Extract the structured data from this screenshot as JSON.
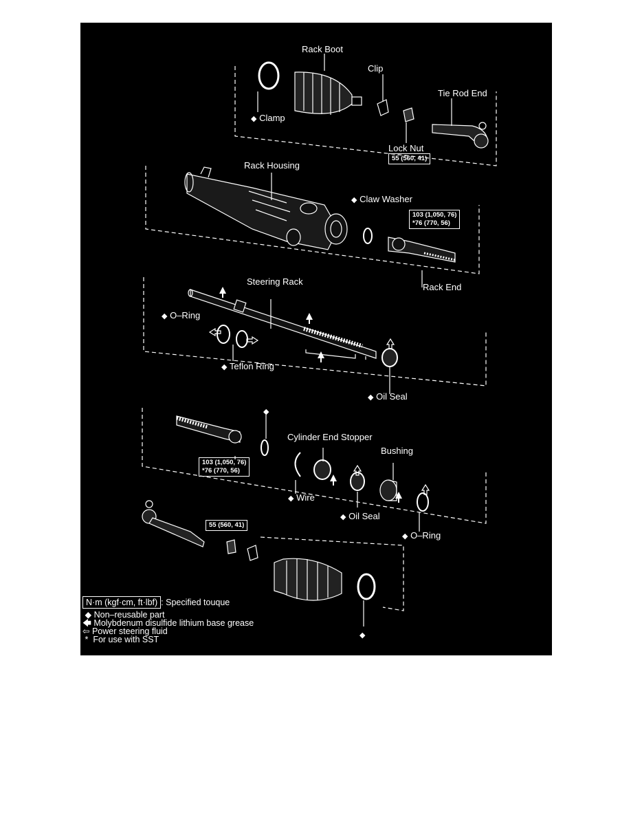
{
  "labels": {
    "rack_boot": "Rack Boot",
    "clamp": "Clamp",
    "clip": "Clip",
    "tie_rod_end": "Tie Rod End",
    "lock_nut": "Lock Nut",
    "rack_housing": "Rack Housing",
    "claw_washer": "Claw Washer",
    "rack_end": "Rack End",
    "steering_rack": "Steering Rack",
    "o_ring": "O–Ring",
    "teflon_ring": "Teflon Ring",
    "oil_seal": "Oil Seal",
    "cylinder_end_stopper": "Cylinder End Stopper",
    "bushing": "Bushing",
    "wire": "Wire",
    "oil_seal_2": "Oil Seal",
    "o_ring_2": "O–Ring"
  },
  "torques": {
    "lock_nut_torque": "55 (560, 41)",
    "rack_end_torque_1": "103 (1,050, 76)",
    "rack_end_torque_2": "*76 (770, 56)",
    "rack_end_b_torque_1": "103 (1,050, 76)",
    "rack_end_b_torque_2": "*76 (770, 56)",
    "lock_nut_b_torque": "55 (560, 41)"
  },
  "symbols": {
    "diamond": "◆",
    "arrow_solid": "🡄",
    "arrow_hollow": "⇦",
    "asterisk": "*"
  },
  "legend": {
    "torque_key": "N·m (kgf·cm, ft·lbf)",
    "torque_desc": ": Specified touque",
    "non_reusable": "Non–reusable part",
    "moly_grease": "Molybdenum disulfide lithium base grease",
    "ps_fluid": "Power steering fluid",
    "sst": "For use with SST"
  }
}
